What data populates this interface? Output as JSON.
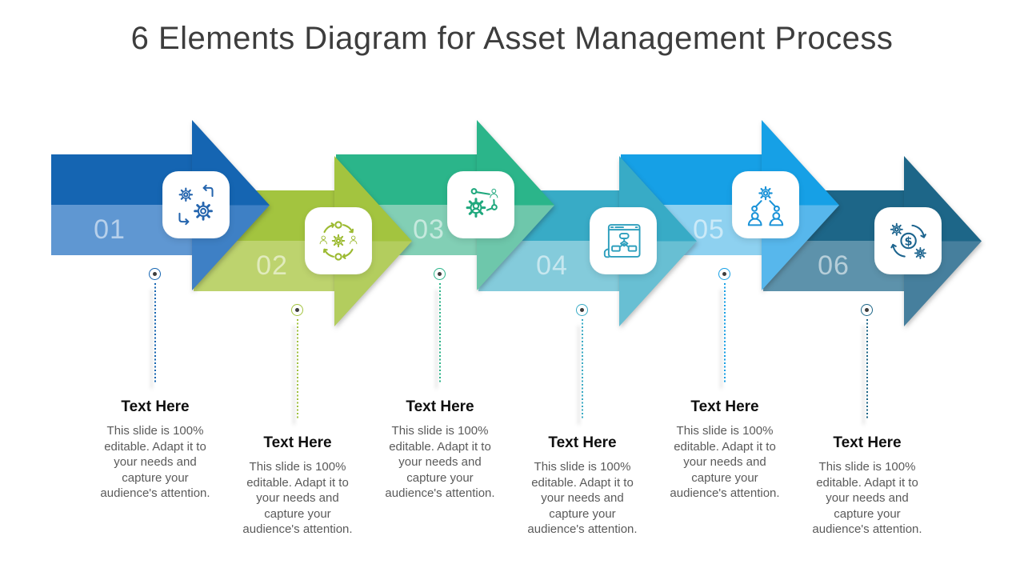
{
  "slide": {
    "title": "6 Elements Diagram for Asset Management Process",
    "background_color": "#ffffff",
    "connector_dot_color": "#3d3d3d",
    "body_text_color": "#5a5a5a",
    "heading_text_color": "#0f0f0f",
    "title_text_color": "#3d3d3d"
  },
  "steps": [
    {
      "number": "01",
      "icon": "gears-sync-icon",
      "title": "Text Here",
      "description": "This slide is 100% editable. Adapt it to your needs and capture your audience's attention.",
      "colors": {
        "solid": "#1565b2",
        "head_bottom": "#3e80c5",
        "band_light": "#5f97d2",
        "icon_stroke": "#2565ae"
      }
    },
    {
      "number": "02",
      "icon": "team-collaboration-gear-icon",
      "title": "Text Here",
      "description": "This slide is 100% editable. Adapt it to your needs and capture your audience's attention.",
      "colors": {
        "solid": "#a3c43f",
        "head_bottom": "#b3cd5e",
        "band_light": "#bdd36e",
        "icon_stroke": "#9cba31"
      }
    },
    {
      "number": "03",
      "icon": "user-gear-network-icon",
      "title": "Text Here",
      "description": "This slide is 100% editable. Adapt it to your needs and capture your audience's attention.",
      "colors": {
        "solid": "#2bb58a",
        "head_bottom": "#6ec7ab",
        "band_light": "#82cfb5",
        "icon_stroke": "#1fa87d"
      }
    },
    {
      "number": "04",
      "icon": "flowchart-document-icon",
      "title": "Text Here",
      "description": "This slide is 100% editable. Adapt it to your needs and capture your audience's attention.",
      "colors": {
        "solid": "#38abc6",
        "head_bottom": "#68bfd3",
        "band_light": "#84cbdb",
        "icon_stroke": "#2e9fbd"
      }
    },
    {
      "number": "05",
      "icon": "gear-hierarchy-people-icon",
      "title": "Text Here",
      "description": "This slide is 100% editable. Adapt it to your needs and capture your audience's attention.",
      "colors": {
        "solid": "#16a0e6",
        "head_bottom": "#57b7ec",
        "band_light": "#8ed1f0",
        "icon_stroke": "#1b93d8"
      }
    },
    {
      "number": "06",
      "icon": "money-gears-cycle-icon",
      "title": "Text Here",
      "description": "This slide is 100% editable. Adapt it to your needs and capture your audience's attention.",
      "colors": {
        "solid": "#1d6688",
        "head_bottom": "#467f9d",
        "band_light": "#5d92ab",
        "icon_stroke": "#1c648e"
      }
    }
  ]
}
